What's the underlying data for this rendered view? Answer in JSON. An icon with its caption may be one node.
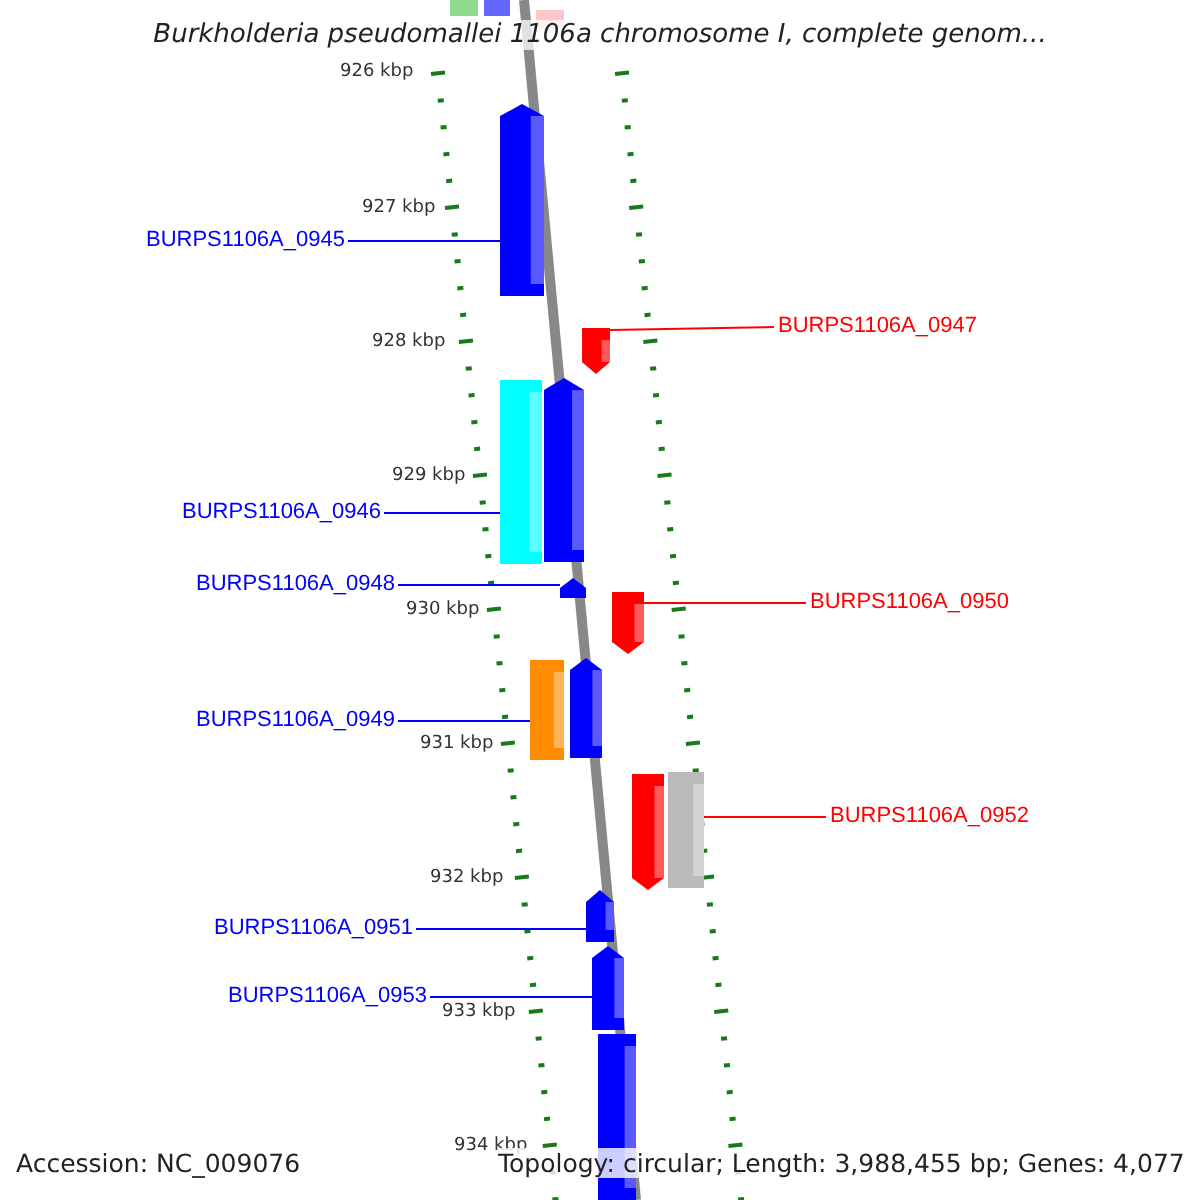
{
  "diagram": {
    "title": "Burkholderia pseudomallei 1106a chromosome I, complete genom...",
    "nodes": [
      {
        "text": [],
        "shape": "bar"
      },
      {
        "text": [],
        "shape": "bar"
      },
      {
        "text": [],
        "shape": "bar"
      },
      {
        "text": [
          "BURPS1106A_0945"
        ]
      },
      {
        "text": [],
        "shape": "pentagon"
      },
      {
        "text": [
          "BURPS1106A_0947"
        ]
      },
      {
        "text": [],
        "shape": "pentagon"
      },
      {
        "text": [
          "BURPS1106A_0946"
        ]
      },
      {
        "text": [],
        "shape": "bar"
      },
      {
        "text": [],
        "shape": "pentagon"
      },
      {
        "text": [
          "BURPS1106A_0948"
        ]
      },
      {
        "text": [],
        "shape": "pentagon"
      },
      {
        "text": [
          "BURPS1106A_0950"
        ]
      },
      {
        "text": [],
        "shape": "pentagon"
      },
      {
        "text": [
          "BURPS1106A_0949"
        ]
      },
      {
        "text": [],
        "shape": "bar"
      },
      {
        "text": [],
        "shape": "pentagon"
      },
      {
        "text": [
          "BURPS1106A_0952"
        ]
      },
      {
        "text": [],
        "shape": "pentagon"
      },
      {
        "text": [],
        "shape": "bar"
      },
      {
        "text": [
          "BURPS1106A_0951"
        ]
      },
      {
        "text": [],
        "shape": "pentagon"
      },
      {
        "text": [
          "BURPS1106A_0953"
        ]
      },
      {
        "text": [],
        "shape": "pentagon"
      },
      {
        "text": [],
        "shape": "bar"
      }
    ],
    "edges": [
      {
        "from": 3,
        "to": 4,
        "arrow": "none"
      },
      {
        "from": 5,
        "to": 6,
        "arrow": "none",
        "color": "#ff0000"
      },
      {
        "from": 7,
        "to": 8,
        "arrow": "none"
      },
      {
        "from": 10,
        "to": 11,
        "arrow": "none"
      },
      {
        "from": 12,
        "to": 13,
        "arrow": "none",
        "color": "#ff0000"
      },
      {
        "from": 14,
        "to": 15,
        "arrow": "none"
      },
      {
        "from": 17,
        "to": 19,
        "arrow": "none",
        "color": "#ff0000"
      },
      {
        "from": 20,
        "to": 21,
        "arrow": "none"
      },
      {
        "from": 22,
        "to": 23,
        "arrow": "none"
      }
    ],
    "labels": [
      "926 kbp",
      "927 kbp",
      "928 kbp",
      "929 kbp",
      "930 kbp",
      "931 kbp",
      "932 kbp",
      "933 kbp",
      "934 kbp",
      "Accession: NC_009076",
      "Topology: circular; Length: 3,988,455 bp; Genes: 4,077"
    ]
  }
}
